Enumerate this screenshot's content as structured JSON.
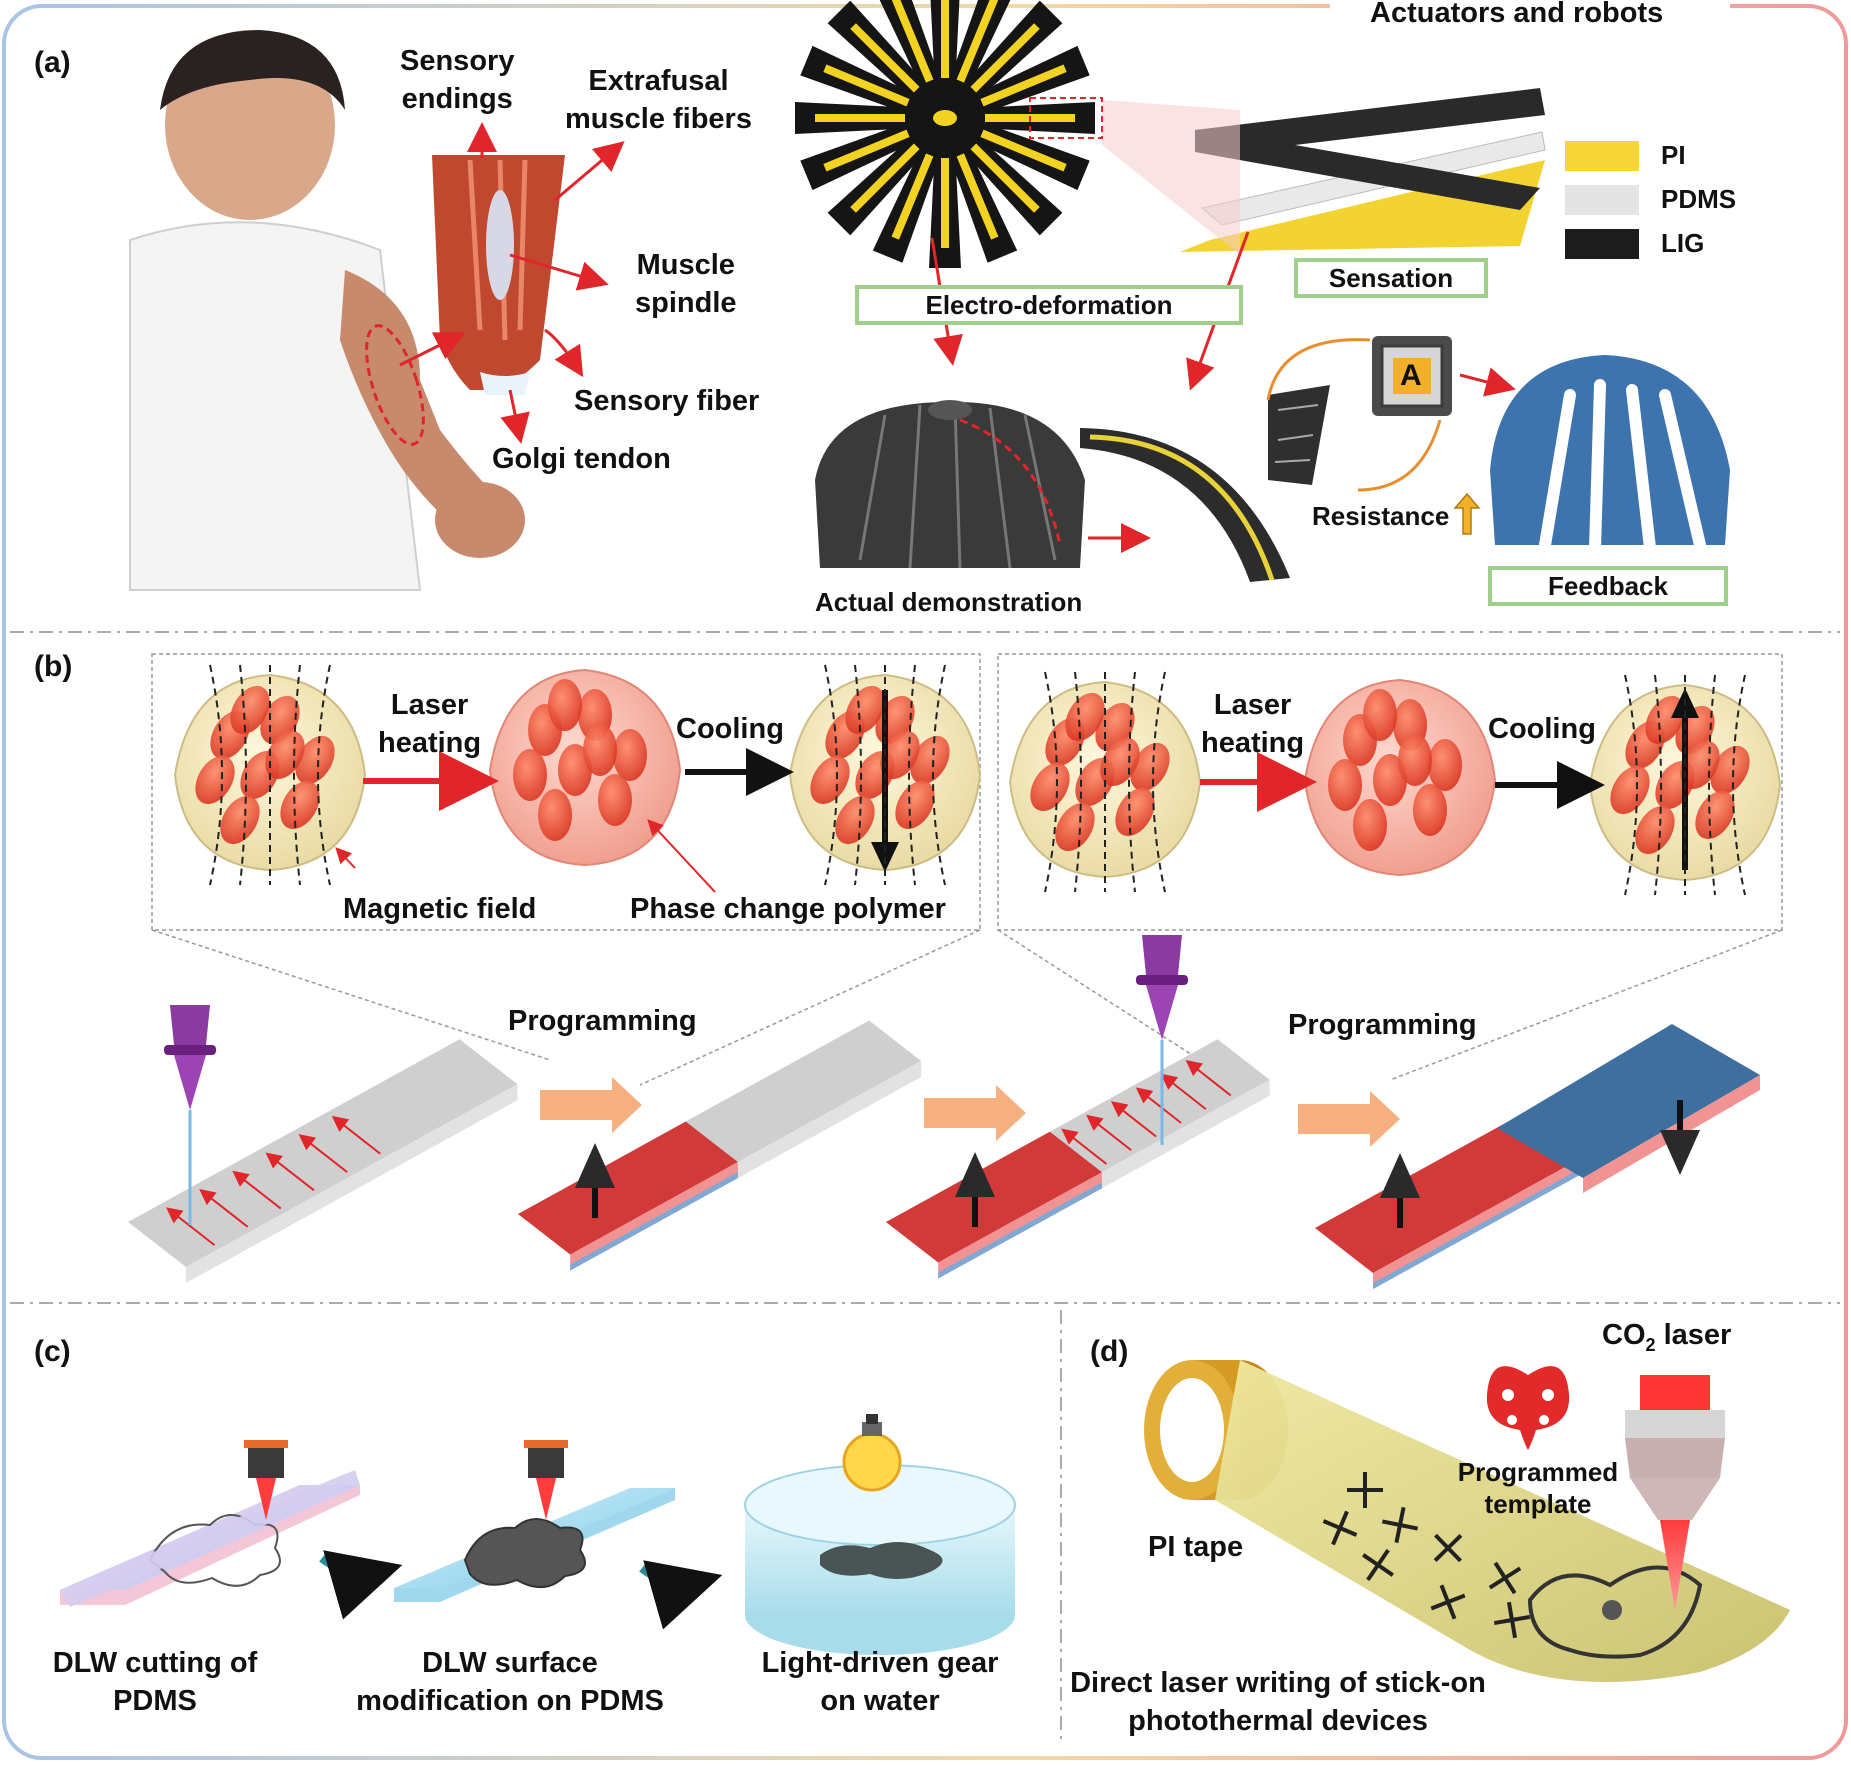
{
  "panels": {
    "a": "(a)",
    "b": "(b)",
    "c": "(c)",
    "d": "(d)"
  },
  "panel_a": {
    "header": "Actuators and robots",
    "sensory_endings": [
      "Sensory",
      "endings"
    ],
    "extrafusal": [
      "Extrafusal",
      "muscle fibers"
    ],
    "muscle_spindle": [
      "Muscle",
      "spindle"
    ],
    "sensory_fiber": "Sensory fiber",
    "golgi_tendon": "Golgi tendon",
    "electro_deformation": "Electro-deformation",
    "sensation": "Sensation",
    "actual_demo": "Actual demonstration",
    "resistance": "Resistance",
    "feedback": "Feedback",
    "chip_letter": "A",
    "legend": [
      {
        "label": "PI",
        "color": "#f6d635"
      },
      {
        "label": "PDMS",
        "color": "#e4e4e4"
      },
      {
        "label": "LIG",
        "color": "#1c1c1c"
      }
    ]
  },
  "panel_b": {
    "laser_heating": [
      "Laser",
      "heating"
    ],
    "cooling": "Cooling",
    "magnetic_field": "Magnetic field",
    "phase_change": "Phase change polymer",
    "programming": "Programming"
  },
  "panel_c": {
    "dlw_cutting": [
      "DLW cutting of",
      "PDMS"
    ],
    "dlw_surface": [
      "DLW surface",
      "modification on PDMS"
    ],
    "light_gear": [
      "Light-driven gear",
      "on water"
    ]
  },
  "panel_d": {
    "co2_laser_main": "CO",
    "co2_laser_sub": "2",
    "co2_laser_rest": " laser",
    "programmed_template": [
      "Programmed",
      "template"
    ],
    "pi_tape": "PI tape",
    "caption": [
      "Direct laser writing of stick-on",
      "photothermal devices"
    ]
  },
  "colors": {
    "frame_blue": "#a9c4e6",
    "frame_red": "#ef9a9a",
    "arrow_red": "#e0262a",
    "magnet_red": "#d23a3a",
    "magnet_blue": "#3f6f9f",
    "gear_blue": "#3d74ad",
    "laser_purple": "#8a3aa0",
    "pi_yellow": "#f6d635"
  }
}
